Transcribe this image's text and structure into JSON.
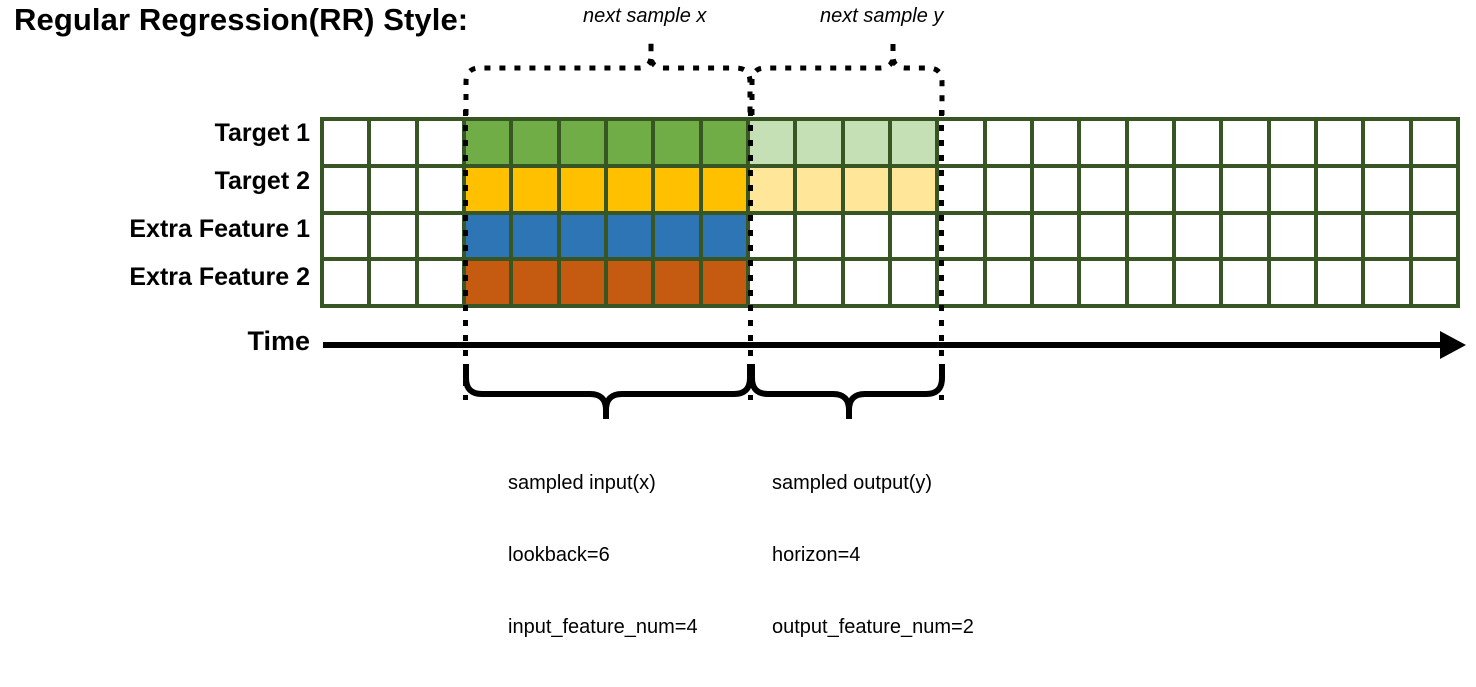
{
  "title": "Regular Regression(RR) Style:",
  "rows": [
    {
      "label": "Target 1",
      "name": "target-1"
    },
    {
      "label": "Target 2",
      "name": "target-2"
    },
    {
      "label": "Extra Feature 1",
      "name": "extra-feature-1"
    },
    {
      "label": "Extra Feature 2",
      "name": "extra-feature-2"
    }
  ],
  "time_axis_label": "Time",
  "annotations": {
    "next_sample_x": "next sample x",
    "next_sample_y": "next sample y"
  },
  "captions": {
    "input": {
      "line1": "sampled input(x)",
      "line2": "lookback=6",
      "line3": "input_feature_num=4"
    },
    "output": {
      "line1": "sampled output(y)",
      "line2": "horizon=4",
      "line3": "output_feature_num=2"
    }
  },
  "colors": {
    "border": "#375623",
    "empty": "#ffffff",
    "target1_input": "#70AD47",
    "target1_output": "#C5E0B4",
    "target2_input": "#FFC000",
    "target2_output": "#FFE699",
    "extra1_input": "#2E75B6",
    "extra2_input": "#C55A11",
    "axis": "#000000",
    "dotted": "#000000"
  },
  "grid": {
    "total_columns": 24,
    "lead_blank_columns": 3,
    "input_columns": 6,
    "output_columns": 4,
    "trailing_blank_columns": 11,
    "fills": [
      [
        "#ffffff",
        "#ffffff",
        "#ffffff",
        "#70AD47",
        "#70AD47",
        "#70AD47",
        "#70AD47",
        "#70AD47",
        "#70AD47",
        "#C5E0B4",
        "#C5E0B4",
        "#C5E0B4",
        "#C5E0B4",
        "#ffffff",
        "#ffffff",
        "#ffffff",
        "#ffffff",
        "#ffffff",
        "#ffffff",
        "#ffffff",
        "#ffffff",
        "#ffffff",
        "#ffffff",
        "#ffffff"
      ],
      [
        "#ffffff",
        "#ffffff",
        "#ffffff",
        "#FFC000",
        "#FFC000",
        "#FFC000",
        "#FFC000",
        "#FFC000",
        "#FFC000",
        "#FFE699",
        "#FFE699",
        "#FFE699",
        "#FFE699",
        "#ffffff",
        "#ffffff",
        "#ffffff",
        "#ffffff",
        "#ffffff",
        "#ffffff",
        "#ffffff",
        "#ffffff",
        "#ffffff",
        "#ffffff",
        "#ffffff"
      ],
      [
        "#ffffff",
        "#ffffff",
        "#ffffff",
        "#2E75B6",
        "#2E75B6",
        "#2E75B6",
        "#2E75B6",
        "#2E75B6",
        "#2E75B6",
        "#ffffff",
        "#ffffff",
        "#ffffff",
        "#ffffff",
        "#ffffff",
        "#ffffff",
        "#ffffff",
        "#ffffff",
        "#ffffff",
        "#ffffff",
        "#ffffff",
        "#ffffff",
        "#ffffff",
        "#ffffff",
        "#ffffff"
      ],
      [
        "#ffffff",
        "#ffffff",
        "#ffffff",
        "#C55A11",
        "#C55A11",
        "#C55A11",
        "#C55A11",
        "#C55A11",
        "#C55A11",
        "#ffffff",
        "#ffffff",
        "#ffffff",
        "#ffffff",
        "#ffffff",
        "#ffffff",
        "#ffffff",
        "#ffffff",
        "#ffffff",
        "#ffffff",
        "#ffffff",
        "#ffffff",
        "#ffffff",
        "#ffffff",
        "#ffffff"
      ]
    ]
  }
}
